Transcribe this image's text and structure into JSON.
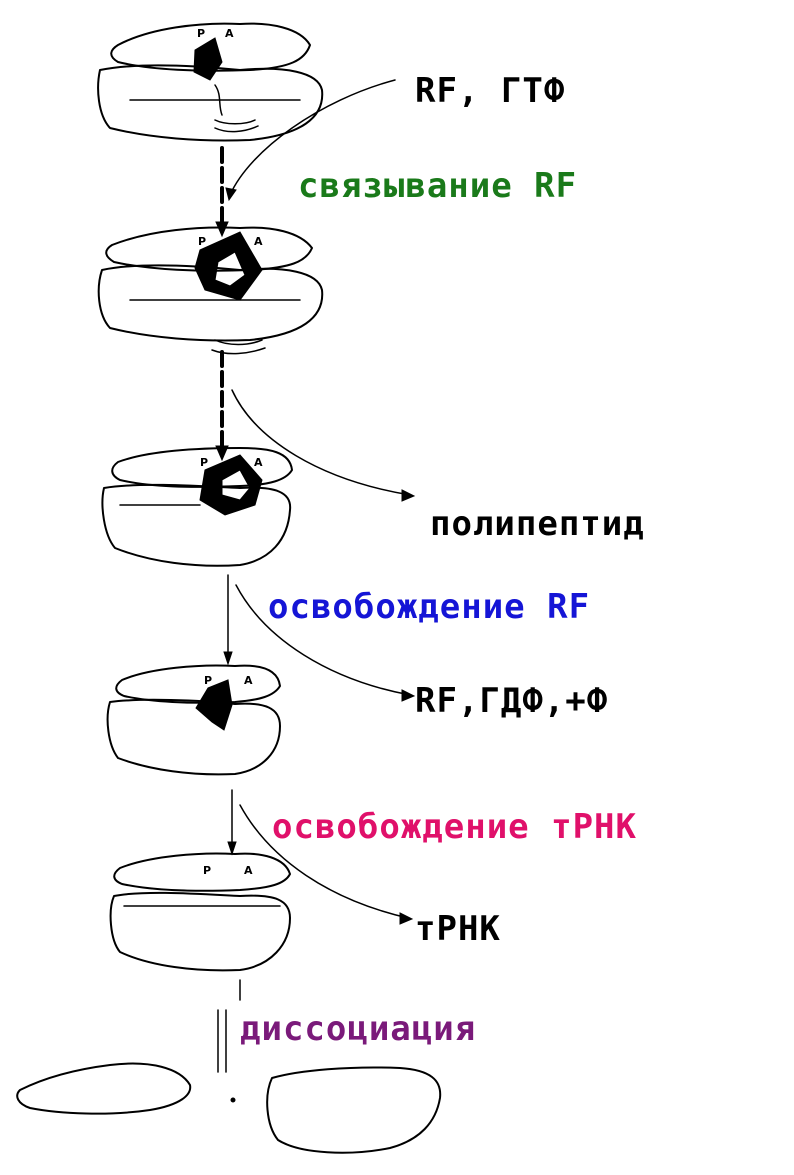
{
  "labels": {
    "rf_gtf": "RF, ГТФ",
    "binding_rf": "связывание RF",
    "polypeptide": "полипептид",
    "release_rf": "освобождение RF",
    "rf_gdf_f": "RF,ГДФ,+Ф",
    "release_trna": "освобождение тРНК",
    "trna": "тРНК",
    "dissociation": "диссоциация"
  },
  "site_letters": {
    "p": "P",
    "a": "A"
  },
  "colors": {
    "black": "#000000",
    "green": "#1a7a1a",
    "blue": "#1515d6",
    "pink": "#e0106a",
    "purple": "#7a1a7a"
  }
}
